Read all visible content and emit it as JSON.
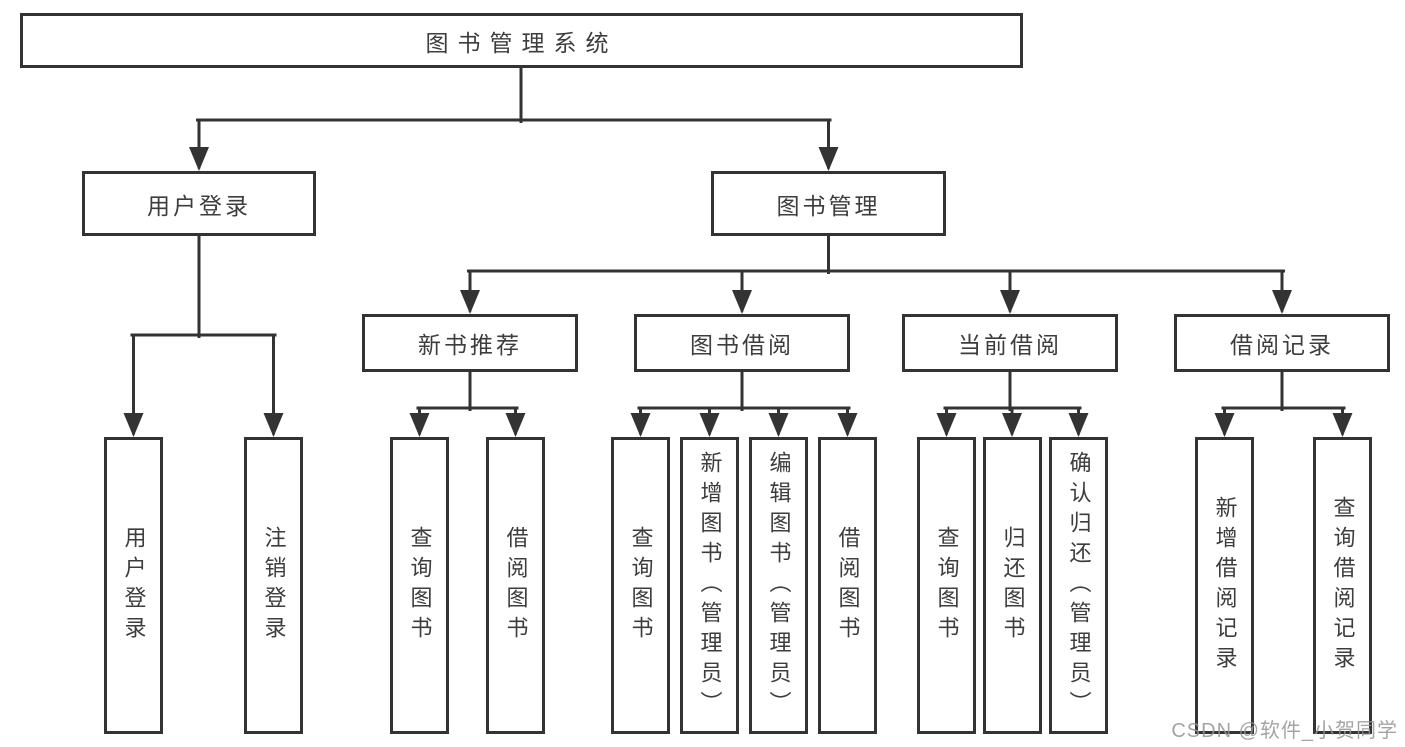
{
  "diagram_title": "图书管理系统",
  "nodes": {
    "root": "图书管理系统",
    "user_login": "用户登录",
    "book_mgmt": "图书管理",
    "new_book_rec": "新书推荐",
    "book_borrow": "图书借阅",
    "current_borrow": "当前借阅",
    "borrow_records": "借阅记录",
    "ul_user_login": "用户登录",
    "ul_logout": "注销登录",
    "nbr_query_book": "查询图书",
    "nbr_borrow_book": "借阅图书",
    "bb_query_book": "查询图书",
    "bb_add_book": "新增图书（管理员）",
    "bb_edit_book": "编辑图书（管理员）",
    "bb_borrow_book": "借阅图书",
    "cb_query_book": "查询图书",
    "cb_return_book": "归还图书",
    "cb_confirm_return": "确认归还（管理员）",
    "br_add_record": "新增借阅记录",
    "br_query_record": "查询借阅记录"
  },
  "hierarchy": {
    "root": [
      "user_login",
      "book_mgmt"
    ],
    "user_login": [
      "ul_user_login",
      "ul_logout"
    ],
    "book_mgmt": [
      "new_book_rec",
      "book_borrow",
      "current_borrow",
      "borrow_records"
    ],
    "new_book_rec": [
      "nbr_query_book",
      "nbr_borrow_book"
    ],
    "book_borrow": [
      "bb_query_book",
      "bb_add_book",
      "bb_edit_book",
      "bb_borrow_book"
    ],
    "current_borrow": [
      "cb_query_book",
      "cb_return_book",
      "cb_confirm_return"
    ],
    "borrow_records": [
      "br_add_record",
      "br_query_record"
    ]
  },
  "colors": {
    "line": "#333333",
    "text": "#3d3d3d",
    "background": "#ffffff",
    "watermark": "#949494"
  },
  "watermark": {
    "text": "CSDN @软件_小贺同学"
  }
}
